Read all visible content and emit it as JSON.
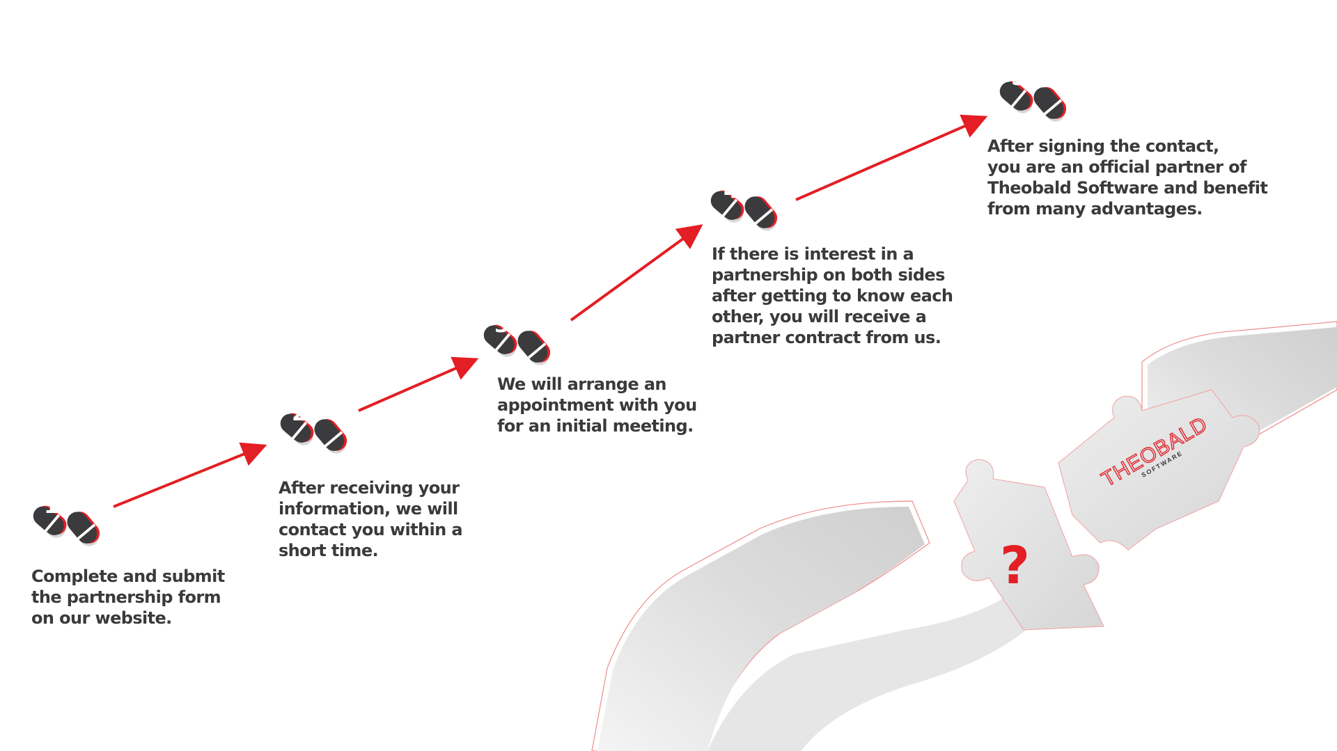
{
  "colors": {
    "accent": "#e31e24",
    "footprint": "#3b3b3d",
    "text": "#3a3a3c",
    "hands": "#d9d9d9"
  },
  "steps": [
    {
      "number": "1",
      "text": "Complete and submit\nthe partnership form\non our website."
    },
    {
      "number": "2",
      "text": "After receiving your\ninformation, we will\ncontact you within a\nshort time."
    },
    {
      "number": "3",
      "text": "We will arrange an\nappointment with you\nfor an initial meeting."
    },
    {
      "number": "4",
      "text": "If there is interest in a\npartnership on both sides\nafter getting to know each\nother, you will receive a\npartner contract from us."
    },
    {
      "number": "5",
      "text": "After signing the contact,\nyou are an official partner of\nTheobald Software and benefit\nfrom many advantages."
    }
  ],
  "logo": {
    "name": "THEOBALD",
    "sub": "SOFTWARE"
  },
  "puzzle_symbol": "?"
}
